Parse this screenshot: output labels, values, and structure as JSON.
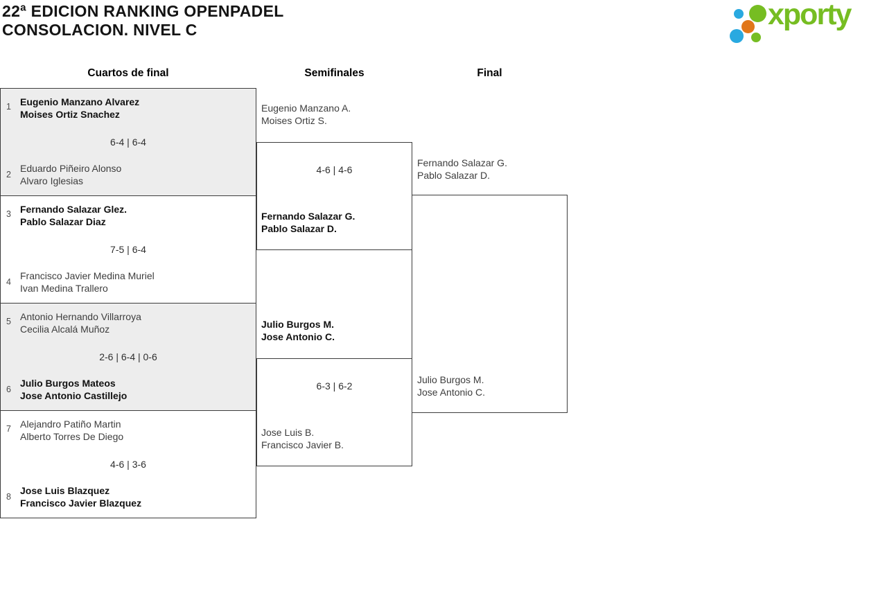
{
  "colors": {
    "logo_green": "#76bd22",
    "logo_blue": "#29a9e0",
    "logo_orange": "#e1771a",
    "box_border": "#3c3c3c",
    "box_gray": "#ededed",
    "text_strong": "#111111",
    "text_regular": "#3d3d3d",
    "seed_color": "#4a4a4a"
  },
  "header": {
    "title_line1": "22ª EDICION RANKING OPENPADEL",
    "title_line2": "CONSOLACION. NIVEL C",
    "logo_text": "xporty"
  },
  "round_headers": {
    "quarterfinals": "Cuartos de final",
    "semifinals": "Semifinales",
    "final": "Final"
  },
  "bracket": {
    "quarterfinals": [
      {
        "top_seed": "1",
        "top_lines": [
          "Eugenio Manzano Alvarez",
          "Moises Ortiz Snachez"
        ],
        "top_winner": true,
        "score": "6-4 | 6-4",
        "bottom_seed": "2",
        "bottom_lines": [
          "Eduardo Piñeiro Alonso",
          "Alvaro Iglesias"
        ],
        "bottom_winner": false
      },
      {
        "top_seed": "3",
        "top_lines": [
          "Fernando Salazar Glez.",
          "Pablo Salazar Diaz"
        ],
        "top_winner": true,
        "score": "7-5 | 6-4",
        "bottom_seed": "4",
        "bottom_lines": [
          "Francisco Javier Medina Muriel",
          "Ivan Medina Trallero"
        ],
        "bottom_winner": false
      },
      {
        "top_seed": "5",
        "top_lines": [
          "Antonio Hernando Villarroya",
          "Cecilia Alcalá Muñoz"
        ],
        "top_winner": false,
        "score": "2-6 | 6-4 | 0-6",
        "bottom_seed": "6",
        "bottom_lines": [
          "Julio Burgos Mateos",
          "Jose Antonio Castillejo"
        ],
        "bottom_winner": true
      },
      {
        "top_seed": "7",
        "top_lines": [
          "Alejandro Patiño Martin",
          "Alberto Torres De Diego"
        ],
        "top_winner": false,
        "score": "4-6 | 3-6",
        "bottom_seed": "8",
        "bottom_lines": [
          "Jose Luis Blazquez",
          "Francisco Javier Blazquez"
        ],
        "bottom_winner": true
      }
    ],
    "semifinals": [
      {
        "top_lines": [
          "Eugenio Manzano A.",
          "Moises Ortiz S."
        ],
        "top_winner": false,
        "score": "4-6 | 4-6",
        "bottom_lines": [
          "Fernando Salazar G.",
          "Pablo Salazar D."
        ],
        "bottom_winner": true
      },
      {
        "top_lines": [
          "Julio Burgos M.",
          "Jose Antonio C."
        ],
        "top_winner": true,
        "score": "6-3 | 6-2",
        "bottom_lines": [
          "Jose Luis B.",
          "Francisco Javier B."
        ],
        "bottom_winner": false
      }
    ],
    "final": {
      "top_lines": [
        "Fernando Salazar G.",
        "Pablo Salazar D."
      ],
      "bottom_lines": [
        "Julio Burgos M.",
        "Jose Antonio C."
      ]
    }
  }
}
